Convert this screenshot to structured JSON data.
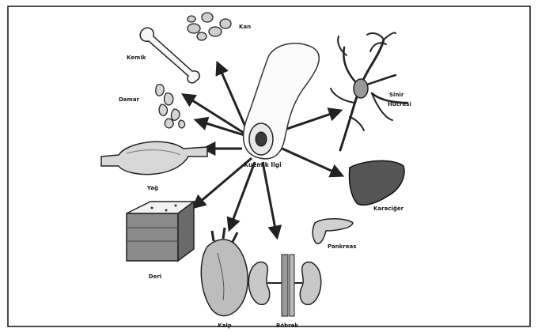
{
  "diagram": {
    "center_label": "Kuemik Ilgi",
    "labels": {
      "bone": "Kemik",
      "blood": "Kan",
      "vessel": "Damar",
      "nerve_line1": "Sinir",
      "nerve_line2": "Hücresi",
      "fat": "Yağ",
      "liver": "Karaciğer",
      "pancreas": "Pankreas",
      "skin": "Deri",
      "heart": "Kalp",
      "kidney": "Böbrek"
    }
  }
}
